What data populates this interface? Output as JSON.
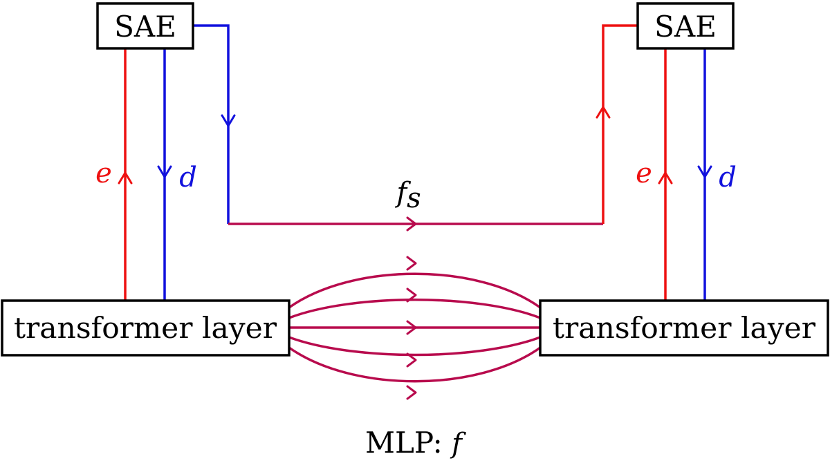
{
  "colors": {
    "encoder": "#ee1111",
    "decoder": "#1111dd",
    "feature": "#b80b4d",
    "box_border": "#000000",
    "text": "#000000"
  },
  "nodes": {
    "sae_left": "SAE",
    "sae_right": "SAE",
    "transformer_left": "transformer layer",
    "transformer_right": "transformer layer"
  },
  "edge_labels": {
    "encoder_left": "e",
    "decoder_left": "d",
    "encoder_right": "e",
    "decoder_right": "d",
    "sparse_function": "f",
    "sparse_function_subscript": "s"
  },
  "caption": {
    "prefix": "MLP: ",
    "symbol": "f"
  }
}
